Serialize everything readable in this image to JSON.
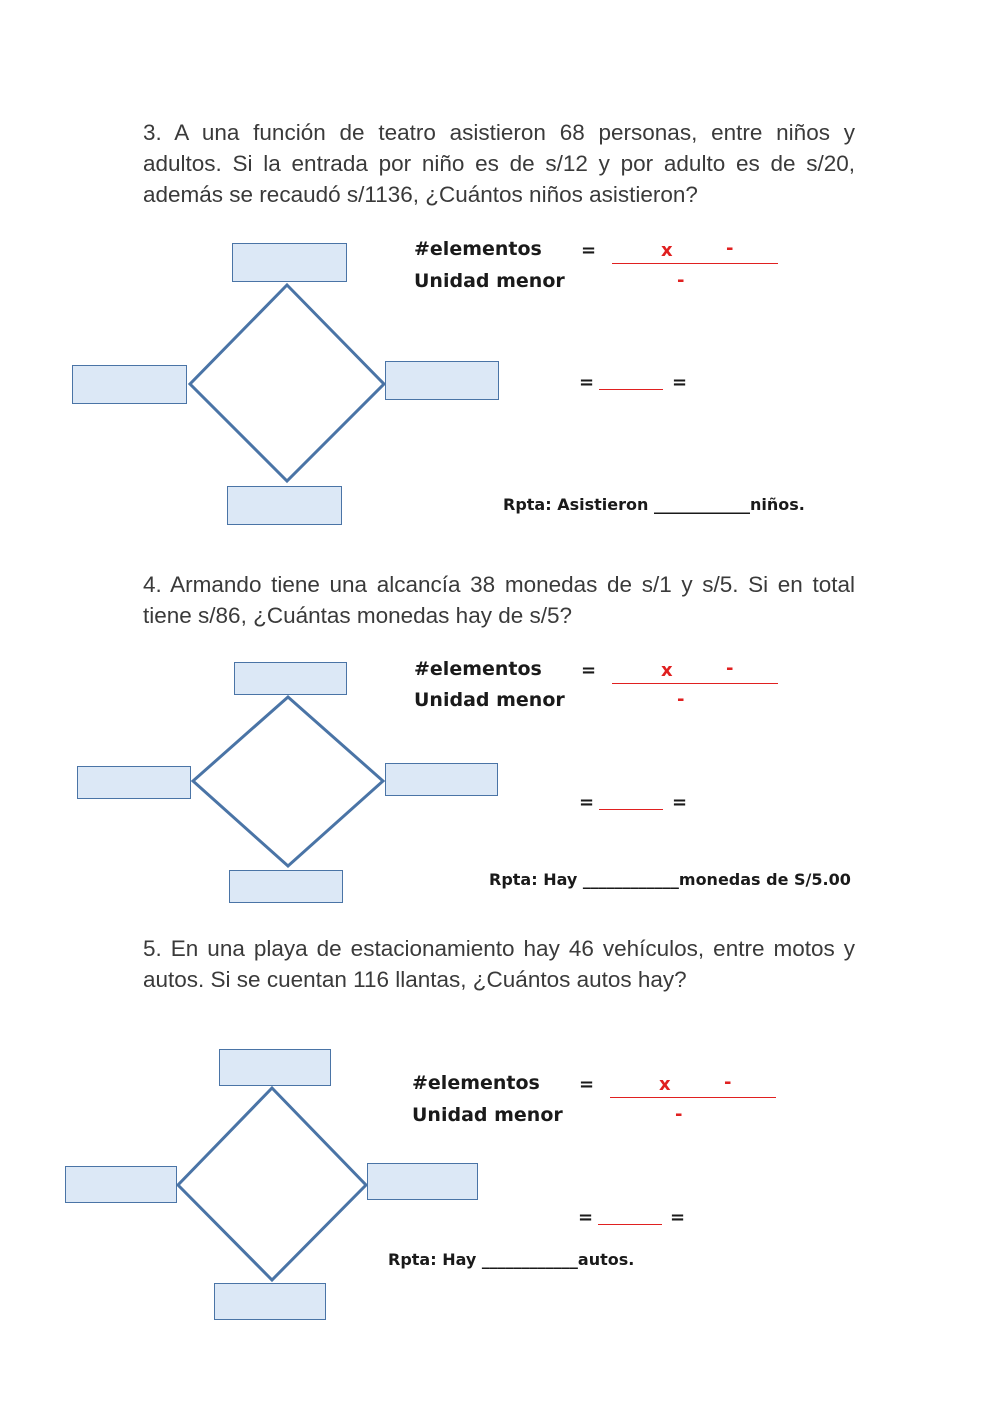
{
  "problems": [
    {
      "text": "3. A una función de teatro asistieron 68 personas, entre niños y adultos. Si la entrada por niño es de s/12 y por adulto es de s/20, además se recaudó s/1136, ¿Cuántos niños asistieron?",
      "answer_prefix": "Rpta: Asistieron",
      "answer_blank": "____________",
      "answer_suffix": "niños."
    },
    {
      "text": "4. Armando tiene una alcancía 38 monedas de s/1 y s/5. Si en total tiene s/86, ¿Cuántas monedas hay de s/5?",
      "answer_prefix": "Rpta: Hay",
      "answer_blank": "____________",
      "answer_suffix": "monedas de S/5.00"
    },
    {
      "text": "5. En una playa de estacionamiento hay 46 vehículos, entre motos y autos. Si se cuentan 116 llantas, ¿Cuántos autos hay?",
      "answer_prefix": "Rpta: Hay",
      "answer_blank": "____________",
      "answer_suffix": "autos."
    }
  ],
  "formula": {
    "label_elements": "#elementos",
    "label_unit": "Unidad menor",
    "equals": "=",
    "times": "x",
    "minus": "-"
  },
  "colors": {
    "box_fill": "#dce8f6",
    "box_border": "#4a74a6",
    "formula_red": "#e02020"
  }
}
